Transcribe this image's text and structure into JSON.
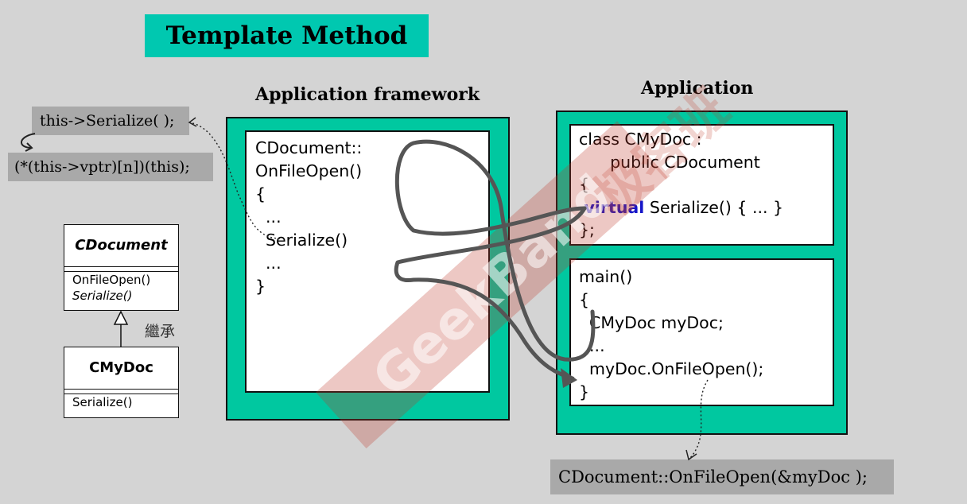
{
  "title": "Template Method",
  "headings": {
    "framework": "Application framework",
    "application": "Application"
  },
  "callout": {
    "this_call": "this->Serialize( );",
    "vptr_call": "(*(this->vptr)[n])(this);",
    "expanded_call": "CDocument::OnFileOpen(&myDoc );"
  },
  "framework_code": [
    "CDocument::",
    "OnFileOpen()",
    "{",
    "  ...",
    "  Serialize()",
    "  ...",
    "}"
  ],
  "app_class_code": {
    "line1": "class CMyDoc :",
    "line2": "      public CDocument",
    "line3": "{",
    "keyword": "virtual",
    "line4_rest": " Serialize() { ... }",
    "line5": "};"
  },
  "app_main_code": [
    "main()",
    "{",
    "  CMyDoc myDoc;",
    "  ...",
    "  myDoc.OnFileOpen();",
    "}"
  ],
  "uml": {
    "base_name": "CDocument",
    "base_ops": [
      "OnFileOpen()",
      "Serialize()"
    ],
    "derived_name": "CMyDoc",
    "derived_ops": [
      "Serialize()"
    ],
    "inheritance_label": "繼承"
  },
  "watermark": {
    "text": "GeekBand",
    "cn_text": "极客班"
  },
  "colors": {
    "background": "#d4d4d4",
    "teal": "#00c8a0",
    "title_teal": "#00c8b0",
    "keyword": "#1515c8",
    "callout_gray": "#a9a9a9",
    "flow_arrow": "#555555",
    "watermark": "#c0392b"
  }
}
